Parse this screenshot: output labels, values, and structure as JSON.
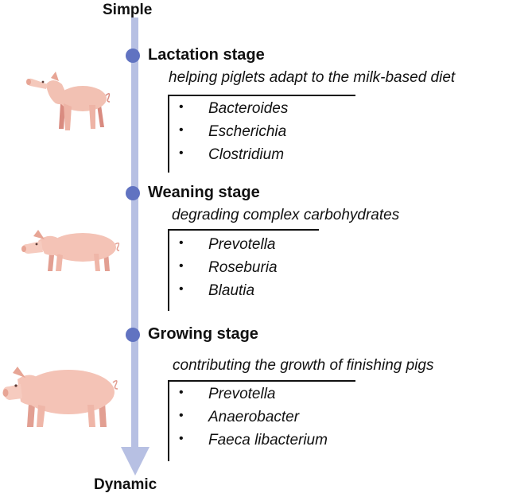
{
  "axis": {
    "top_label": "Simple",
    "bottom_label": "Dynamic",
    "line_color": "#b7c0e3",
    "dot_color": "#6173c1"
  },
  "stages": [
    {
      "title": "Lactation stage",
      "description": "helping piglets adapt to the milk-based diet",
      "bacteria": [
        "Bacteroides",
        "Escherichia",
        "Clostridium"
      ],
      "animal": "piglet-illustration"
    },
    {
      "title": "Weaning stage",
      "description": "degrading complex carbohydrates",
      "bacteria": [
        "Prevotella",
        "Roseburia",
        "Blautia"
      ],
      "animal": "weaned-pig-illustration"
    },
    {
      "title": "Growing stage",
      "description": "contributing the growth of finishing pigs",
      "bacteria": [
        "Prevotella",
        "Anaerobacter",
        "Faeca libacterium"
      ],
      "animal": "finishing-pig-illustration"
    }
  ]
}
